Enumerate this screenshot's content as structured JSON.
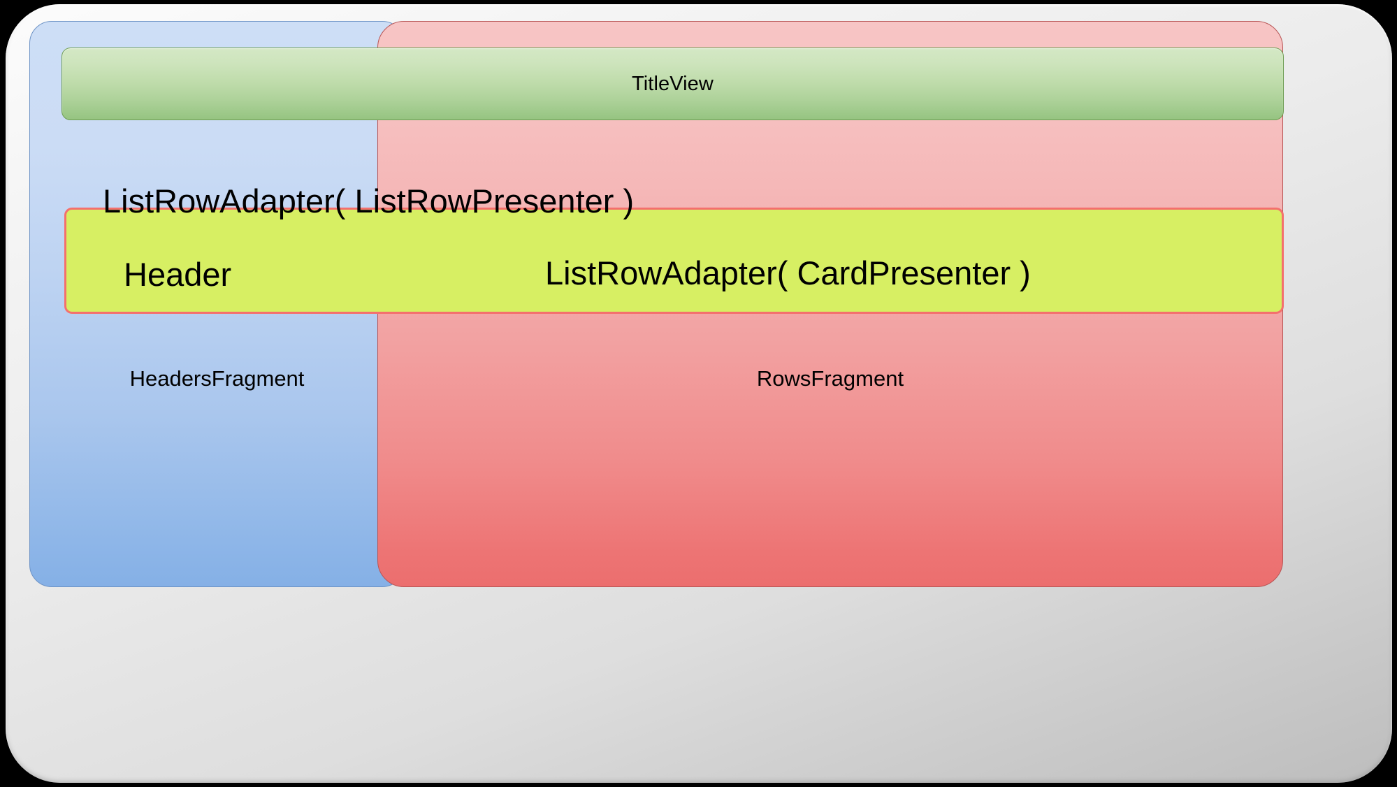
{
  "diagram": {
    "title": "Android Leanback BrowseFragment layout structure",
    "shell": {
      "name": "outer-container"
    },
    "panels": [
      {
        "id": "headers-fragment",
        "label": "HeadersFragment",
        "color": "#a9c6ed"
      },
      {
        "id": "rows-fragment",
        "label": "RowsFragment",
        "color": "#f08b8b"
      }
    ],
    "title_view": {
      "label": "TitleView",
      "color": "#aed29a"
    },
    "adapter_box": {
      "fill": "#d7ef63",
      "border": "#f4706d"
    },
    "labels": {
      "list_row_adapter_presenter": "ListRowAdapter( ListRowPresenter )",
      "header": "Header",
      "list_row_adapter_card": "ListRowAdapter( CardPresenter )"
    }
  }
}
